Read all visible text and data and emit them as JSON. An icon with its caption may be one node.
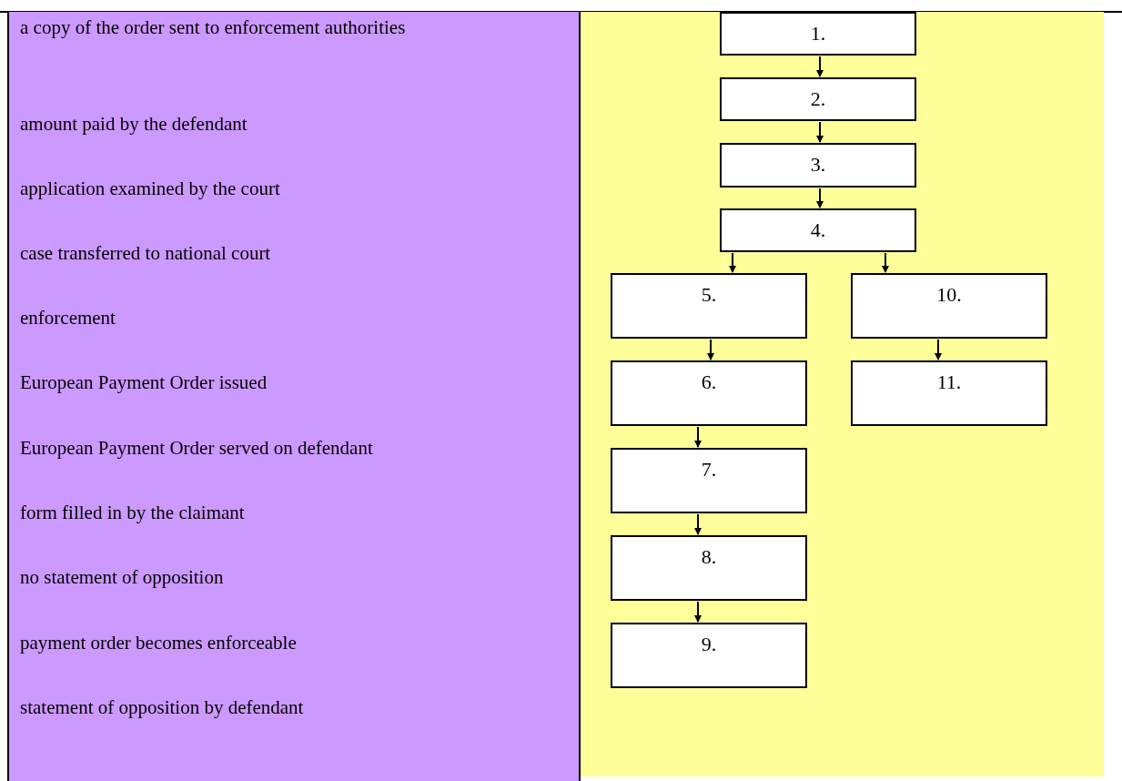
{
  "diagram": {
    "nodes": [
      {
        "text": [
          "1."
        ]
      },
      {
        "text": [
          "2."
        ]
      },
      {
        "text": [
          "3."
        ]
      },
      {
        "text": [
          "4."
        ]
      },
      {
        "text": [
          "5."
        ]
      },
      {
        "text": [
          "6."
        ]
      },
      {
        "text": [
          "7."
        ]
      },
      {
        "text": [
          "8."
        ]
      },
      {
        "text": [
          "9."
        ]
      },
      {
        "text": [
          "10."
        ]
      },
      {
        "text": [
          "11."
        ]
      }
    ],
    "edges": [
      {
        "from": 0,
        "to": 1,
        "arrow": "to"
      },
      {
        "from": 1,
        "to": 2,
        "arrow": "to"
      },
      {
        "from": 2,
        "to": 3,
        "arrow": "to"
      },
      {
        "from": 3,
        "to": 4,
        "arrow": "to"
      },
      {
        "from": 3,
        "to": 9,
        "arrow": "to"
      },
      {
        "from": 4,
        "to": 5,
        "arrow": "to"
      },
      {
        "from": 5,
        "to": 6,
        "arrow": "to"
      },
      {
        "from": 6,
        "to": 7,
        "arrow": "to"
      },
      {
        "from": 7,
        "to": 8,
        "arrow": "to"
      },
      {
        "from": 9,
        "to": 10,
        "arrow": "to"
      }
    ],
    "labels": [
      "a copy of the order sent to enforcement authorities",
      "amount paid by the defendant",
      "application examined by the court",
      "case transferred to national court",
      "enforcement",
      "European Payment Order issued",
      "European Payment Order served on defendant",
      "form filled in by the claimant",
      "no statement of opposition",
      "payment order becomes enforceable",
      "statement of opposition by defendant"
    ]
  }
}
